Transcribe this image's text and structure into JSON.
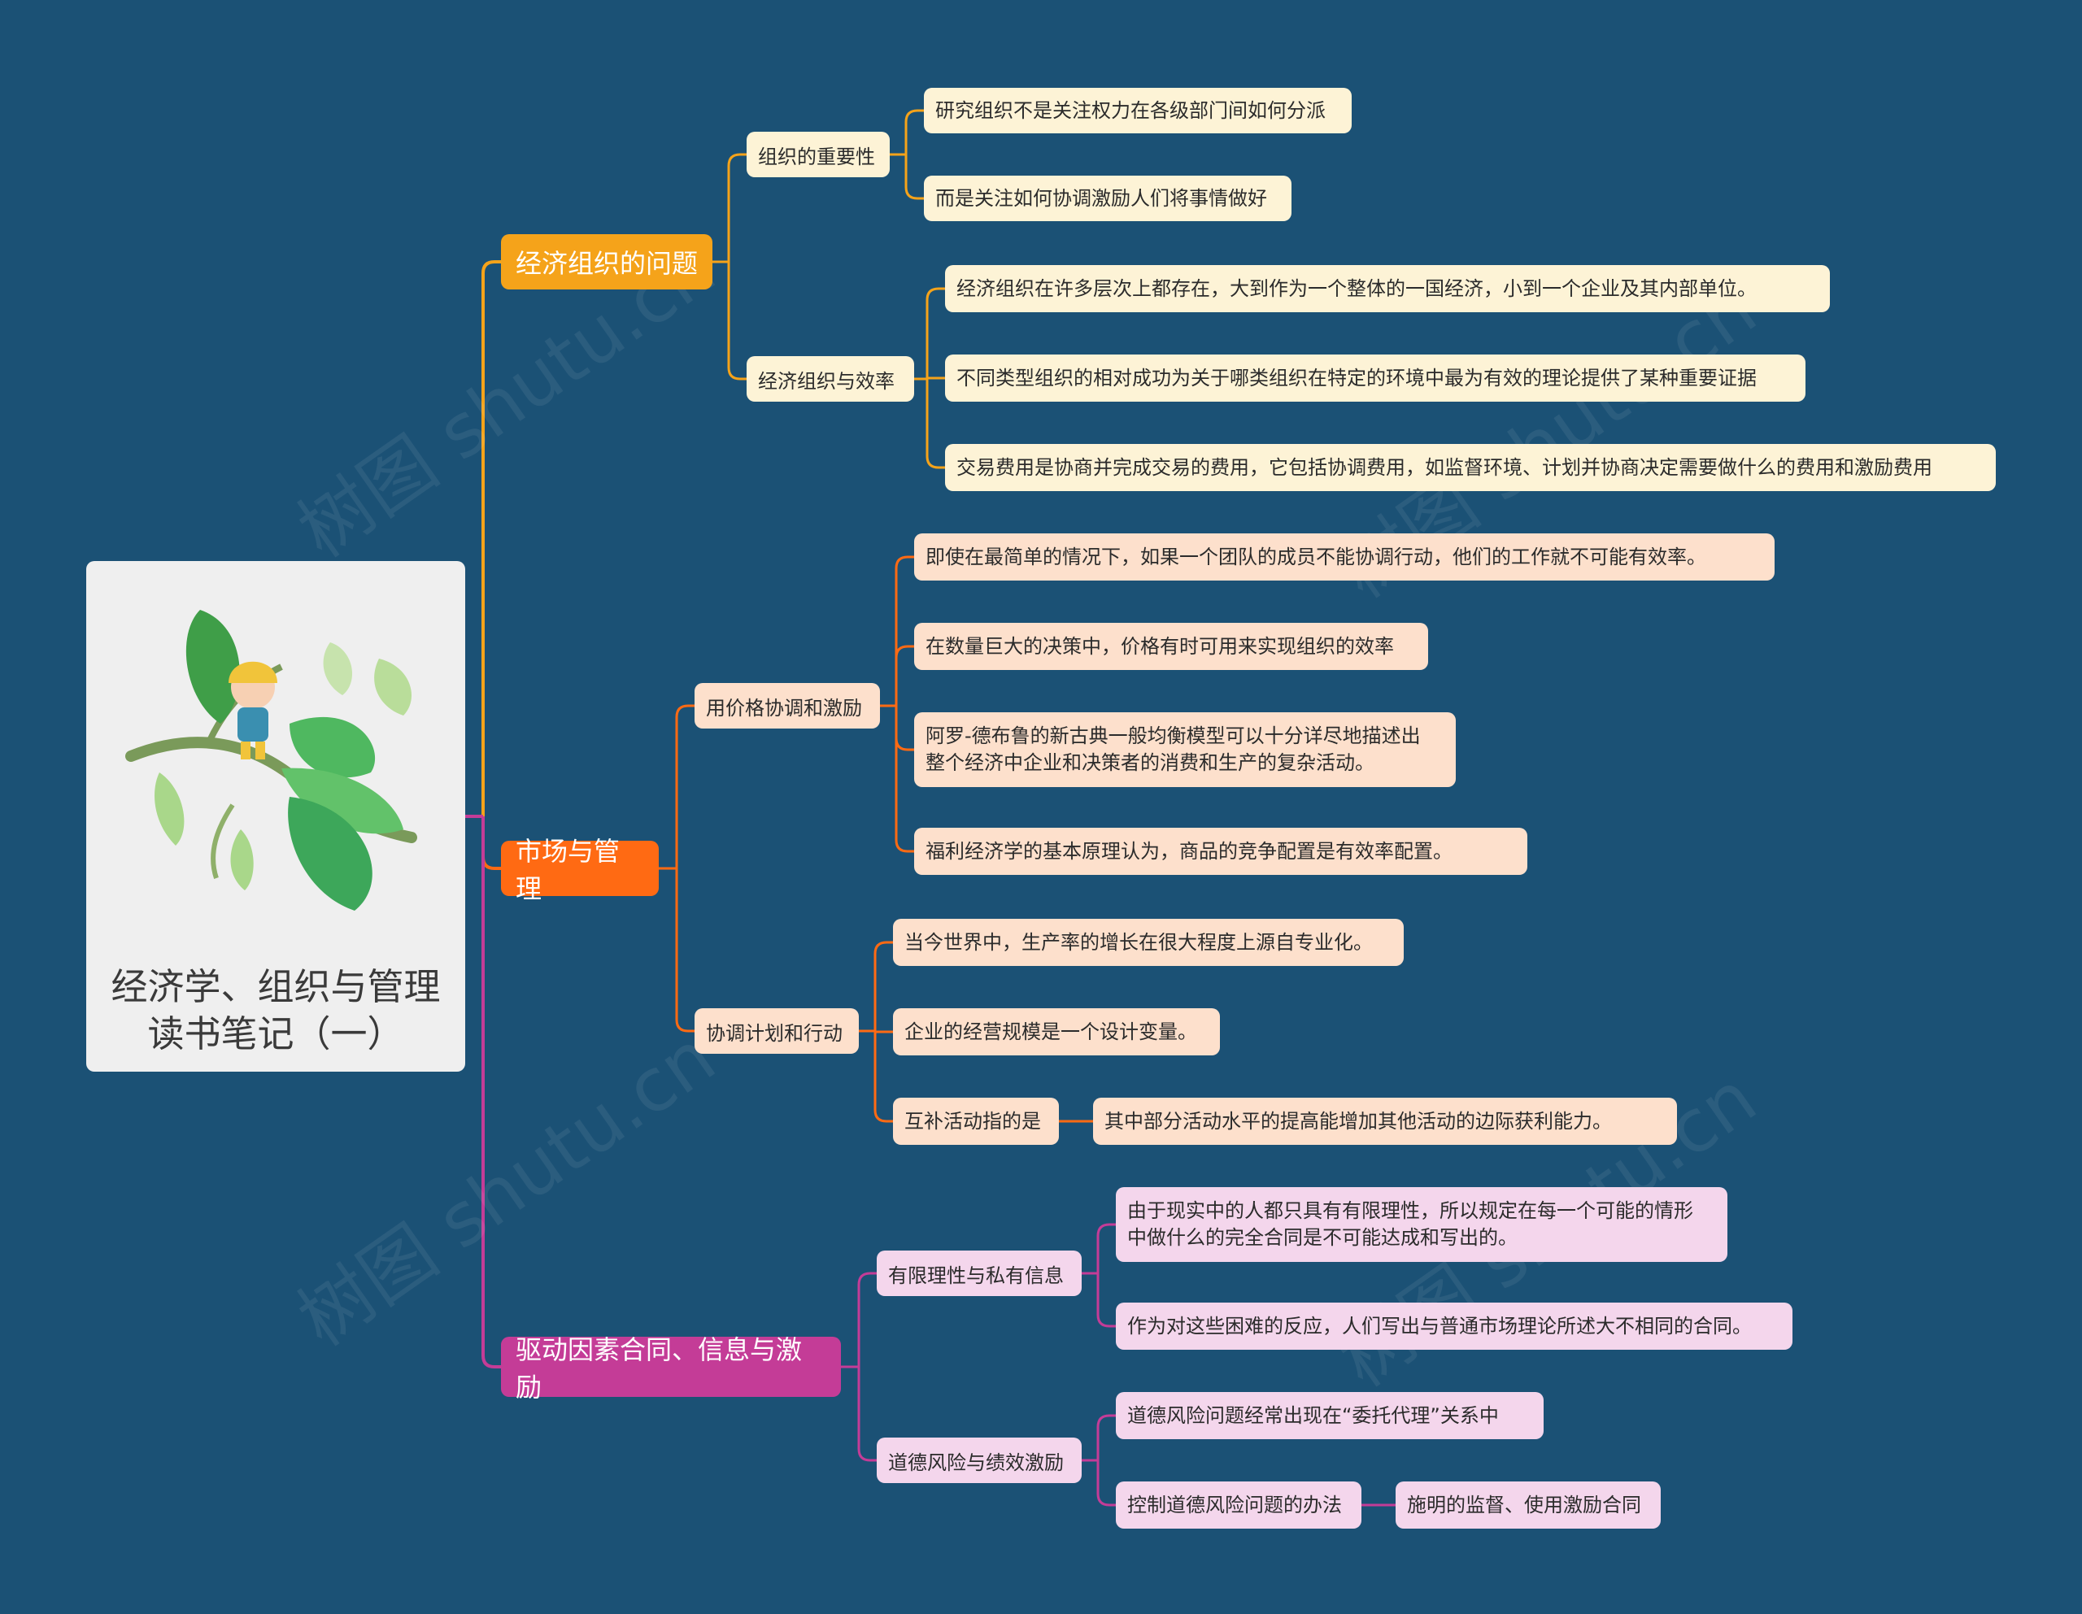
{
  "root": {
    "title": "经济学、组织与管理\n读书笔记（一）"
  },
  "colors": {
    "background": "#1b5175",
    "branch1": "#f5a31a",
    "branch2": "#ff6a13",
    "branch3": "#c43c97"
  },
  "watermark": "树图 shutu.cn",
  "branches": [
    {
      "label": "经济组织的问题",
      "children": [
        {
          "label": "组织的重要性",
          "children": [
            "研究组织不是关注权力在各级部门间如何分派",
            "而是关注如何协调激励人们将事情做好"
          ]
        },
        {
          "label": "经济组织与效率",
          "children": [
            "经济组织在许多层次上都存在，大到作为一个整体的一国经济，小到一个企业及其内部单位。",
            "不同类型组织的相对成功为关于哪类组织在特定的环境中最为有效的理论提供了某种重要证据",
            "交易费用是协商并完成交易的费用，它包括协调费用，如监督环境、计划并协商决定需要做什么的费用和激励费用"
          ]
        }
      ]
    },
    {
      "label": "市场与管理",
      "children": [
        {
          "label": "用价格协调和激励",
          "children": [
            "即使在最简单的情况下，如果一个团队的成员不能协调行动，他们的工作就不可能有效率。",
            "在数量巨大的决策中，价格有时可用来实现组织的效率",
            "阿罗-德布鲁的新古典一般均衡模型可以十分详尽地描述出\n整个经济中企业和决策者的消费和生产的复杂活动。",
            "福利经济学的基本原理认为，商品的竞争配置是有效率配置。"
          ]
        },
        {
          "label": "协调计划和行动",
          "children": [
            "当今世界中，生产率的增长在很大程度上源自专业化。",
            "企业的经营规模是一个设计变量。",
            "互补活动指的是"
          ],
          "grandchild": "其中部分活动水平的提高能增加其他活动的边际获利能力。"
        }
      ]
    },
    {
      "label": "驱动因素合同、信息与激励",
      "children": [
        {
          "label": "有限理性与私有信息",
          "children": [
            "由于现实中的人都只具有有限理性，所以规定在每一个可能的情形\n中做什么的完全合同是不可能达成和写出的。",
            "作为对这些困难的反应，人们写出与普通市场理论所述大不相同的合同。"
          ]
        },
        {
          "label": "道德风险与绩效激励",
          "children": [
            "道德风险问题经常出现在“委托代理”关系中",
            "控制道德风险问题的办法"
          ],
          "grandchild": "施明的监督、使用激励合同"
        }
      ]
    }
  ]
}
